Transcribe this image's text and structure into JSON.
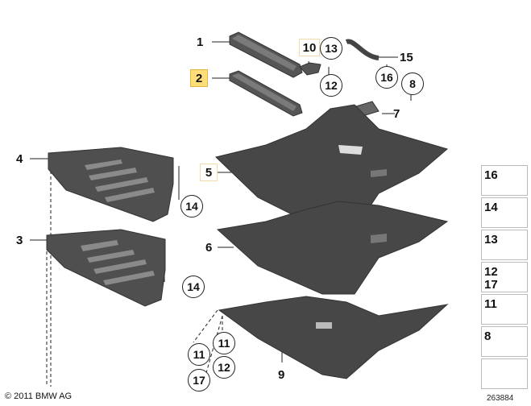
{
  "parts": {
    "p1": "1",
    "p2": "2",
    "p3": "3",
    "p4": "4",
    "p5": "5",
    "p6": "6",
    "p7": "7",
    "p8": "8",
    "p9": "9",
    "p10": "10",
    "p13": "13",
    "p15": "15",
    "p16": "16",
    "p12": "12",
    "p14a": "14",
    "p14b": "14",
    "p11a": "11",
    "p11b": "11",
    "p12b": "12",
    "p17": "17"
  },
  "legend": {
    "r16": "16",
    "r14": "14",
    "r13": "13",
    "r12": "12",
    "r17": "17",
    "r11": "11",
    "r8": "8"
  },
  "footer": {
    "copyright": "© 2011 BMW AG",
    "doc_number": "263884"
  },
  "colors": {
    "highlight": "#ffde7a",
    "panel": "#4a4a4a"
  }
}
